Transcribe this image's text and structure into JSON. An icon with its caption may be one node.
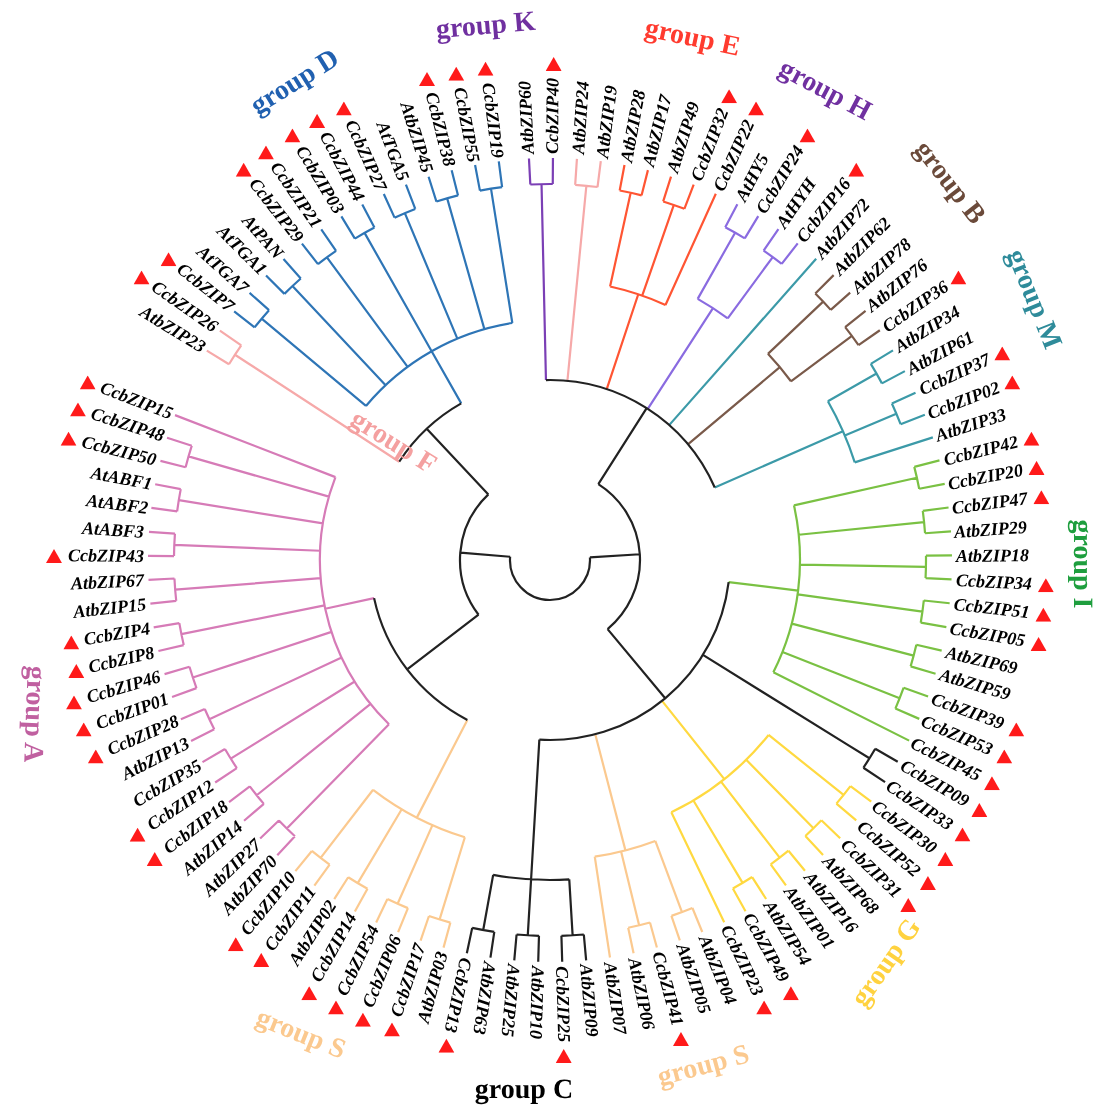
{
  "diagram": {
    "labels": [
      "AtbZIP67",
      "CcbZIP43",
      "AtABF3",
      "AtABF2",
      "AtABF1",
      "CcbZIP50",
      "CcbZIP48",
      "CcbZIP15",
      "AtbZIP23",
      "CcbZIP26",
      "CcbZIP7",
      "AtTGA7",
      "AtTGA1",
      "AtPAN",
      "CcbZIP29",
      "CcbZIP21",
      "CcbZIP03",
      "CcbZIP44",
      "CcbZIP27",
      "AtTGA5",
      "AtbZIP45",
      "CcbZIP38",
      "CcbZIP55",
      "CcbZIP19",
      "AtbZIP60",
      "CcbZIP40",
      "AtbZIP24",
      "AtbZIP19",
      "AtbZIP28",
      "AtbZIP17",
      "AtbZIP49",
      "CcbZIP32",
      "CcbZIP22",
      "AtHY5",
      "CcbZIP24",
      "AtHYH",
      "CcbZIP16",
      "AtbZIP72",
      "AtbZIP62",
      "AtbZIP78",
      "AtbZIP76",
      "CcbZIP36",
      "AtbZIP34",
      "AtbZIP61",
      "CcbZIP37",
      "CcbZIP02",
      "AtbZIP33",
      "CcbZIP42",
      "CcbZIP20",
      "CcbZIP47",
      "AtbZIP29",
      "AtbZIP18",
      "CcbZIP34",
      "CcbZIP51",
      "CcbZIP05",
      "AtbZIP69",
      "AtbZIP15",
      "CcbZIP4",
      "CcbZIP8",
      "CcbZIP46",
      "CcbZIP01",
      "CcbZIP28",
      "AtbZIP13",
      "CcbZIP35",
      "CcbZIP12",
      "CcbZIP18",
      "AtbZIP14",
      "AtbZIP27",
      "AtbZIP70",
      "CcbZIP10",
      "CcbZIP11",
      "AtbZIP02",
      "CcbZIP14",
      "CcbZIP54",
      "CcbZIP06",
      "CcbZIP17",
      "AtbZIP03",
      "CcbZIP13",
      "AtbZIP63",
      "AtbZIP25",
      "AtbZIP10",
      "CcbZIP25",
      "AtbZIP09",
      "AtbZIP07",
      "AtbZIP06",
      "CcbZIP41",
      "AtbZIP05",
      "AtbZIP04",
      "CcbZIP23",
      "CcbZIP49",
      "AtbZIP54",
      "AtbZIP01",
      "AtbZIP16",
      "AtbZIP68",
      "CcbZIP31",
      "CcbZIP52",
      "CcbZIP30",
      "CcbZIP33",
      "CcbZIP09",
      "CcbZIP45",
      "CcbZIP53",
      "CcbZIP39",
      "AtbZIP59",
      "group K",
      "group E",
      "group H",
      "group B",
      "group M",
      "group I",
      "group G",
      "group S",
      "group C",
      "group S",
      "group A",
      "group F",
      "group D"
    ]
  }
}
